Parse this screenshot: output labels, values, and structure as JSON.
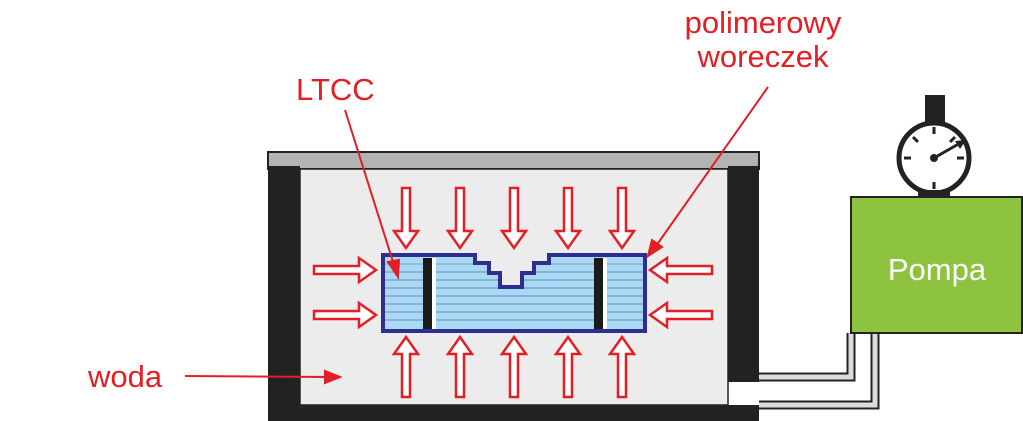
{
  "labels": {
    "ltcc": "LTCC",
    "bag_line1": "polimerowy",
    "bag_line2": "woreczek",
    "water": "woda",
    "pump": "Pompa"
  },
  "colors": {
    "label_red": "#e31e24",
    "tank_wall": "#222222",
    "tank_lid": "#b3b3b3",
    "water": "#ececec",
    "bag_outline": "#2e2e8f",
    "ltcc_fill": "#a9d9f5",
    "pump_green": "#8dc33f"
  },
  "icons": [
    "pressure-gauge-icon"
  ]
}
